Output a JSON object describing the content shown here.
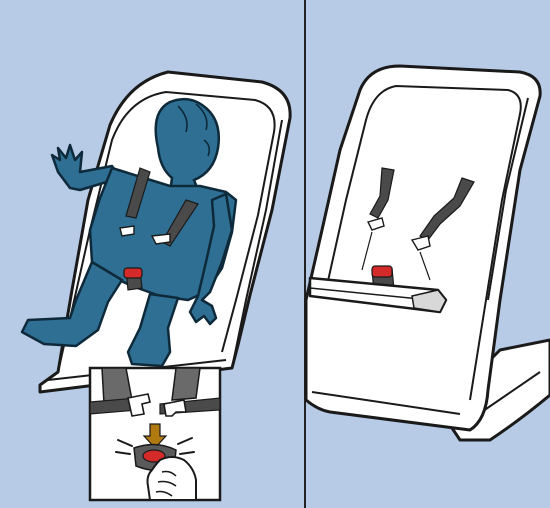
{
  "figure": {
    "panels": [
      {
        "id": "left",
        "depicts": "child-seated-in-harness-with-buckle-release-inset"
      },
      {
        "id": "right",
        "depicts": "empty-seat-with-harness-straps-and-crotch-buckle"
      }
    ],
    "inset": {
      "depicts": "hand-pressing-red-buckle-release-button"
    }
  },
  "colors": {
    "background": "#b8cbe6",
    "seat_shell": "#ffffff",
    "seat_outline": "#1a1a1a",
    "seat_shadow": "#c8c8c8",
    "child": "#2e6f93",
    "child_outline": "#0e2a3a",
    "strap": "#4a4a4a",
    "buckle_button": "#d42a2a",
    "arrow": "#b07a10",
    "divider": "#222222"
  },
  "icons": [
    "hand-icon",
    "down-arrow-icon",
    "buckle-icon",
    "motion-lines-icon"
  ]
}
